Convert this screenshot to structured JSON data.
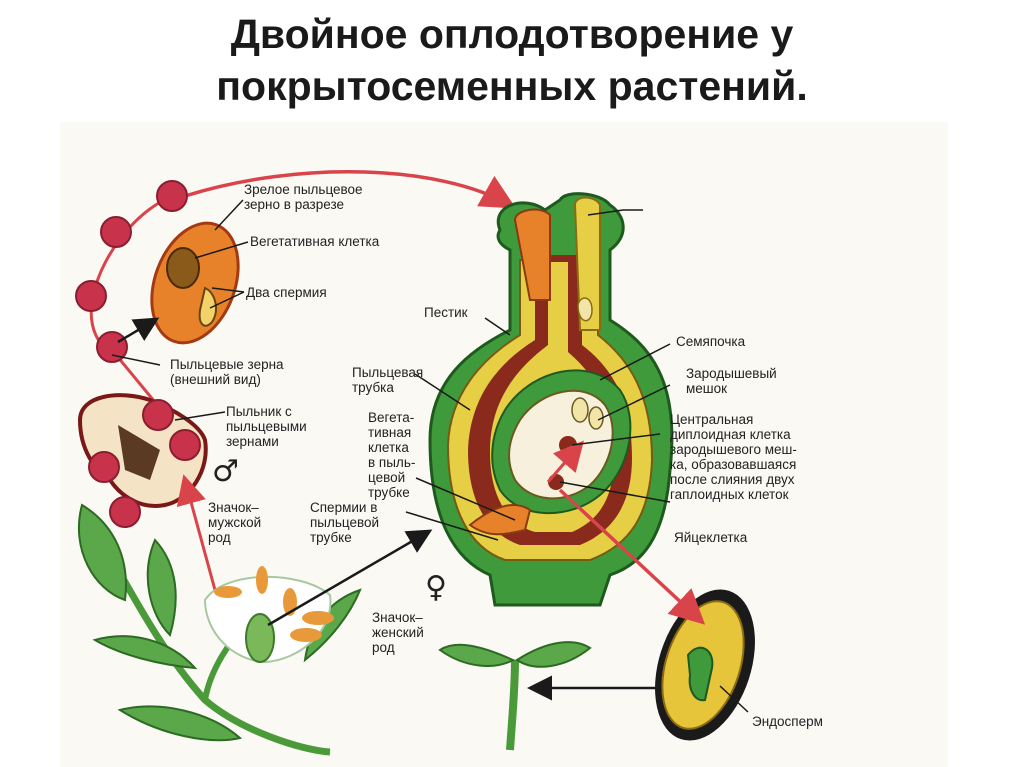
{
  "title": {
    "line1": "Двойное оплодотворение у",
    "line2": "покрытосеменных растений."
  },
  "labels": {
    "mature_grain_1": "Зрелое пыльцевое",
    "mature_grain_2": "зерно в разрезе",
    "vegetative_cell": "Вегетативная клетка",
    "two_sperms": "Два спермия",
    "pistil": "Пестик",
    "pollen_grains_1": "Пыльцевые зерна",
    "pollen_grains_2": "(внешний вид)",
    "anther_1": "Пыльник с",
    "anther_2": "пыльцевыми",
    "anther_3": "зернами",
    "male_1": "Значок–",
    "male_2": "мужской",
    "male_3": "род",
    "pollen_tube_1": "Пыльцевая",
    "pollen_tube_2": "трубка",
    "veg_in_tube_1": "Вегета-",
    "veg_in_tube_2": "тивная",
    "veg_in_tube_3": "клетка",
    "veg_in_tube_4": "в пыль-",
    "veg_in_tube_5": "цевой",
    "veg_in_tube_6": "трубке",
    "sperms_in_tube_1": "Спермии в",
    "sperms_in_tube_2": "пыльцевой",
    "sperms_in_tube_3": "трубке",
    "ovule": "Семяпочка",
    "embryo_sac_1": "Зародышевый",
    "embryo_sac_2": "мешок",
    "central_1": "Центральная",
    "central_2": "диплоидная клетка",
    "central_3": "зародышевого меш-",
    "central_4": "ка, образовавшаяся",
    "central_5": "после слияния двух",
    "central_6": "гаплоидных клеток",
    "egg_cell": "Яйцеклетка",
    "female_1": "Значок–",
    "female_2": "женский",
    "female_3": "род",
    "endosperm": "Эндосперм"
  },
  "symbols": {
    "male": "♂",
    "female": "♀"
  },
  "colors": {
    "pollen": "#c8324a",
    "green": "#3e9a3a",
    "yellow": "#e6cf45",
    "red_brown": "#8a2a1c",
    "orange": "#e8822a",
    "arrow_red": "#d9434a"
  }
}
